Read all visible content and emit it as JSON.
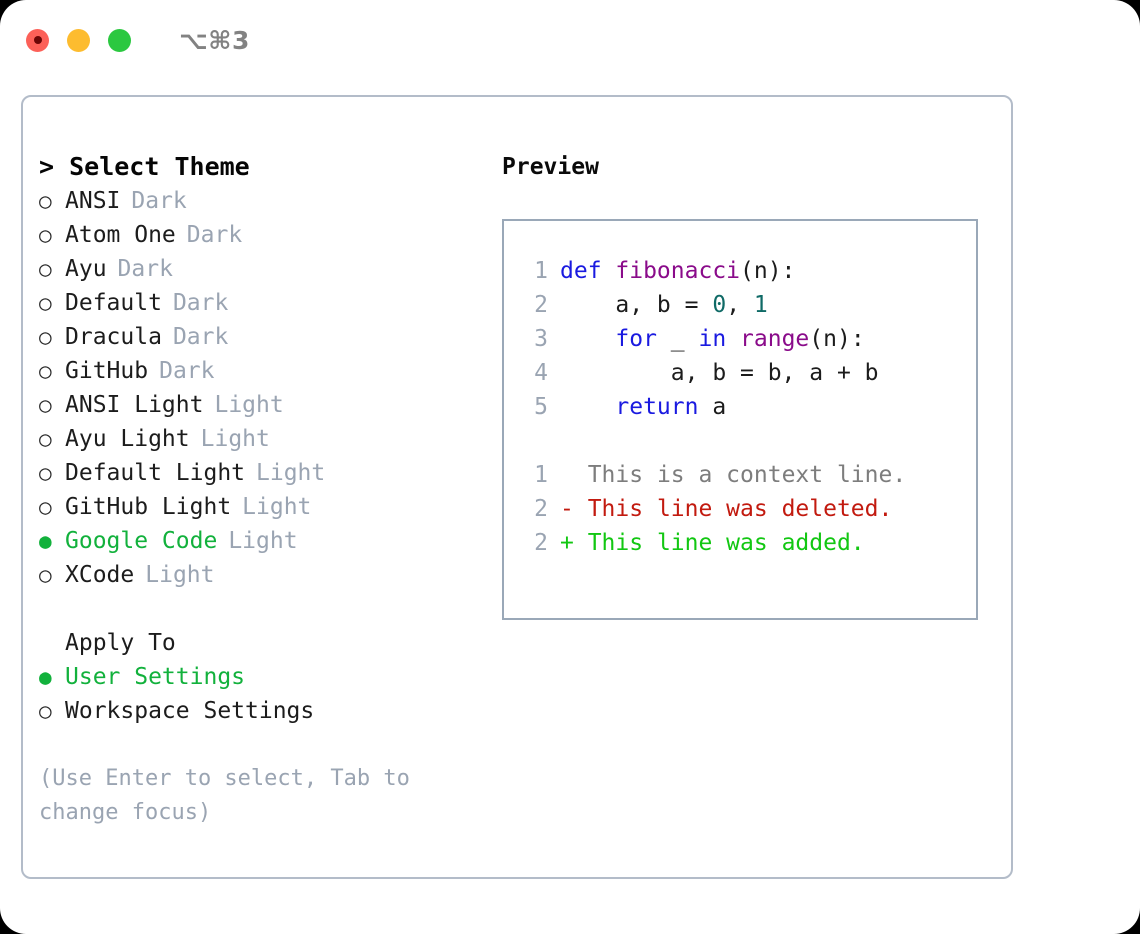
{
  "titlebar": {
    "shortcut": "⌥⌘3",
    "buttons": [
      {
        "name": "close",
        "color": "#fc6058"
      },
      {
        "name": "minimize",
        "color": "#fdbc2f"
      },
      {
        "name": "zoom",
        "color": "#2bc840"
      }
    ]
  },
  "theme_picker": {
    "heading": "> Select Theme",
    "bullet_on": "●",
    "bullet_off": "○",
    "options": [
      {
        "label": "ANSI",
        "tag": "Dark",
        "selected": false
      },
      {
        "label": "Atom One",
        "tag": "Dark",
        "selected": false
      },
      {
        "label": "Ayu",
        "tag": "Dark",
        "selected": false
      },
      {
        "label": "Default",
        "tag": "Dark",
        "selected": false
      },
      {
        "label": "Dracula",
        "tag": "Dark",
        "selected": false
      },
      {
        "label": "GitHub",
        "tag": "Dark",
        "selected": false
      },
      {
        "label": "ANSI Light",
        "tag": "Light",
        "selected": false
      },
      {
        "label": "Ayu Light",
        "tag": "Light",
        "selected": false
      },
      {
        "label": "Default Light",
        "tag": "Light",
        "selected": false
      },
      {
        "label": "GitHub Light",
        "tag": "Light",
        "selected": false
      },
      {
        "label": "Google Code",
        "tag": "Light",
        "selected": true
      },
      {
        "label": "XCode",
        "tag": "Light",
        "selected": false
      }
    ]
  },
  "apply_to": {
    "heading": "Apply To",
    "options": [
      {
        "label": "User Settings",
        "selected": true
      },
      {
        "label": "Workspace Settings",
        "selected": false
      }
    ]
  },
  "hint": "(Use Enter to select, Tab to change focus)",
  "preview": {
    "title": "Preview",
    "code_lines": [
      {
        "num": "1",
        "tokens": [
          {
            "text": "def ",
            "type": "kw"
          },
          {
            "text": "fibonacci",
            "type": "fn"
          },
          {
            "text": "(n):",
            "type": "pl"
          }
        ]
      },
      {
        "num": "2",
        "tokens": [
          {
            "text": "    a, b = ",
            "type": "pl"
          },
          {
            "text": "0",
            "type": "num"
          },
          {
            "text": ", ",
            "type": "pl"
          },
          {
            "text": "1",
            "type": "num"
          }
        ]
      },
      {
        "num": "3",
        "tokens": [
          {
            "text": "    ",
            "type": "pl"
          },
          {
            "text": "for",
            "type": "kw"
          },
          {
            "text": " _ ",
            "type": "pl"
          },
          {
            "text": "in",
            "type": "kw"
          },
          {
            "text": " ",
            "type": "pl"
          },
          {
            "text": "range",
            "type": "fn"
          },
          {
            "text": "(n):",
            "type": "pl"
          }
        ]
      },
      {
        "num": "4",
        "tokens": [
          {
            "text": "        a, b = b, a + b",
            "type": "pl"
          }
        ]
      },
      {
        "num": "5",
        "tokens": [
          {
            "text": "    ",
            "type": "pl"
          },
          {
            "text": "return",
            "type": "kw"
          },
          {
            "text": " a",
            "type": "pl"
          }
        ]
      }
    ],
    "diff_lines": [
      {
        "num": "1",
        "marker": "  ",
        "text": "This is a context line.",
        "kind": "ctx"
      },
      {
        "num": "2",
        "marker": "- ",
        "text": "This line was deleted.",
        "kind": "del"
      },
      {
        "num": "2",
        "marker": "+ ",
        "text": "This line was added.",
        "kind": "add"
      }
    ]
  },
  "colors": {
    "accent_green": "#12b13c",
    "muted": "#9aa4b2",
    "keyword_blue": "#1a1ae0",
    "function_purple": "#8a0b8a",
    "number_teal": "#0f6a66",
    "diff_delete_red": "#c21a0f",
    "diff_add_green": "#12c712",
    "border": "#9aa8b8"
  }
}
